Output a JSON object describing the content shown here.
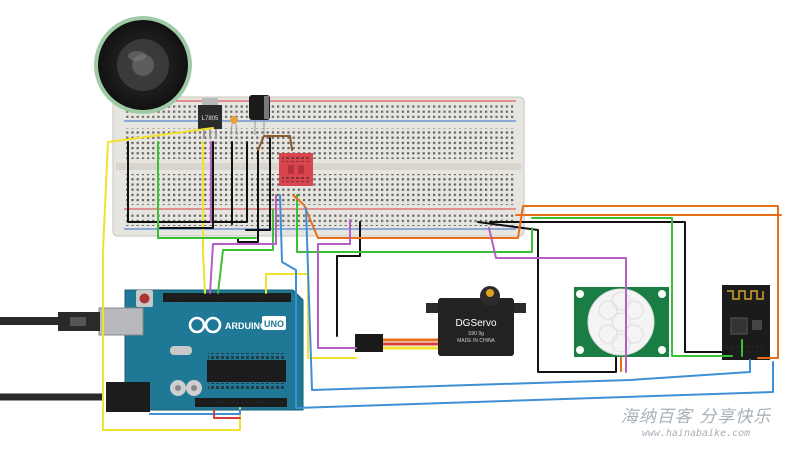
{
  "components": {
    "regulator_label": "L7805",
    "arduino_brand": "ARDUINO",
    "arduino_model": "UNO",
    "servo_brand": "DGServo",
    "servo_model": "S90 9g",
    "servo_origin": "MADE IN CHINA"
  },
  "watermark": {
    "text": "海纳百客 分享快乐",
    "url": "www.hainabaike.com"
  },
  "colors": {
    "breadboard": "#e7e5df",
    "arduino": "#1f7896",
    "esp_board": "#1b1b1b",
    "pir_board": "#1a7d43",
    "servo": "#222222",
    "wire_yellow": "#f2e22d",
    "wire_black": "#111111",
    "wire_green": "#3bbf36",
    "wire_orange": "#e86f1a",
    "wire_blue": "#3f8fd6",
    "wire_purple": "#b45fc4",
    "wire_red": "#d53f3f"
  }
}
